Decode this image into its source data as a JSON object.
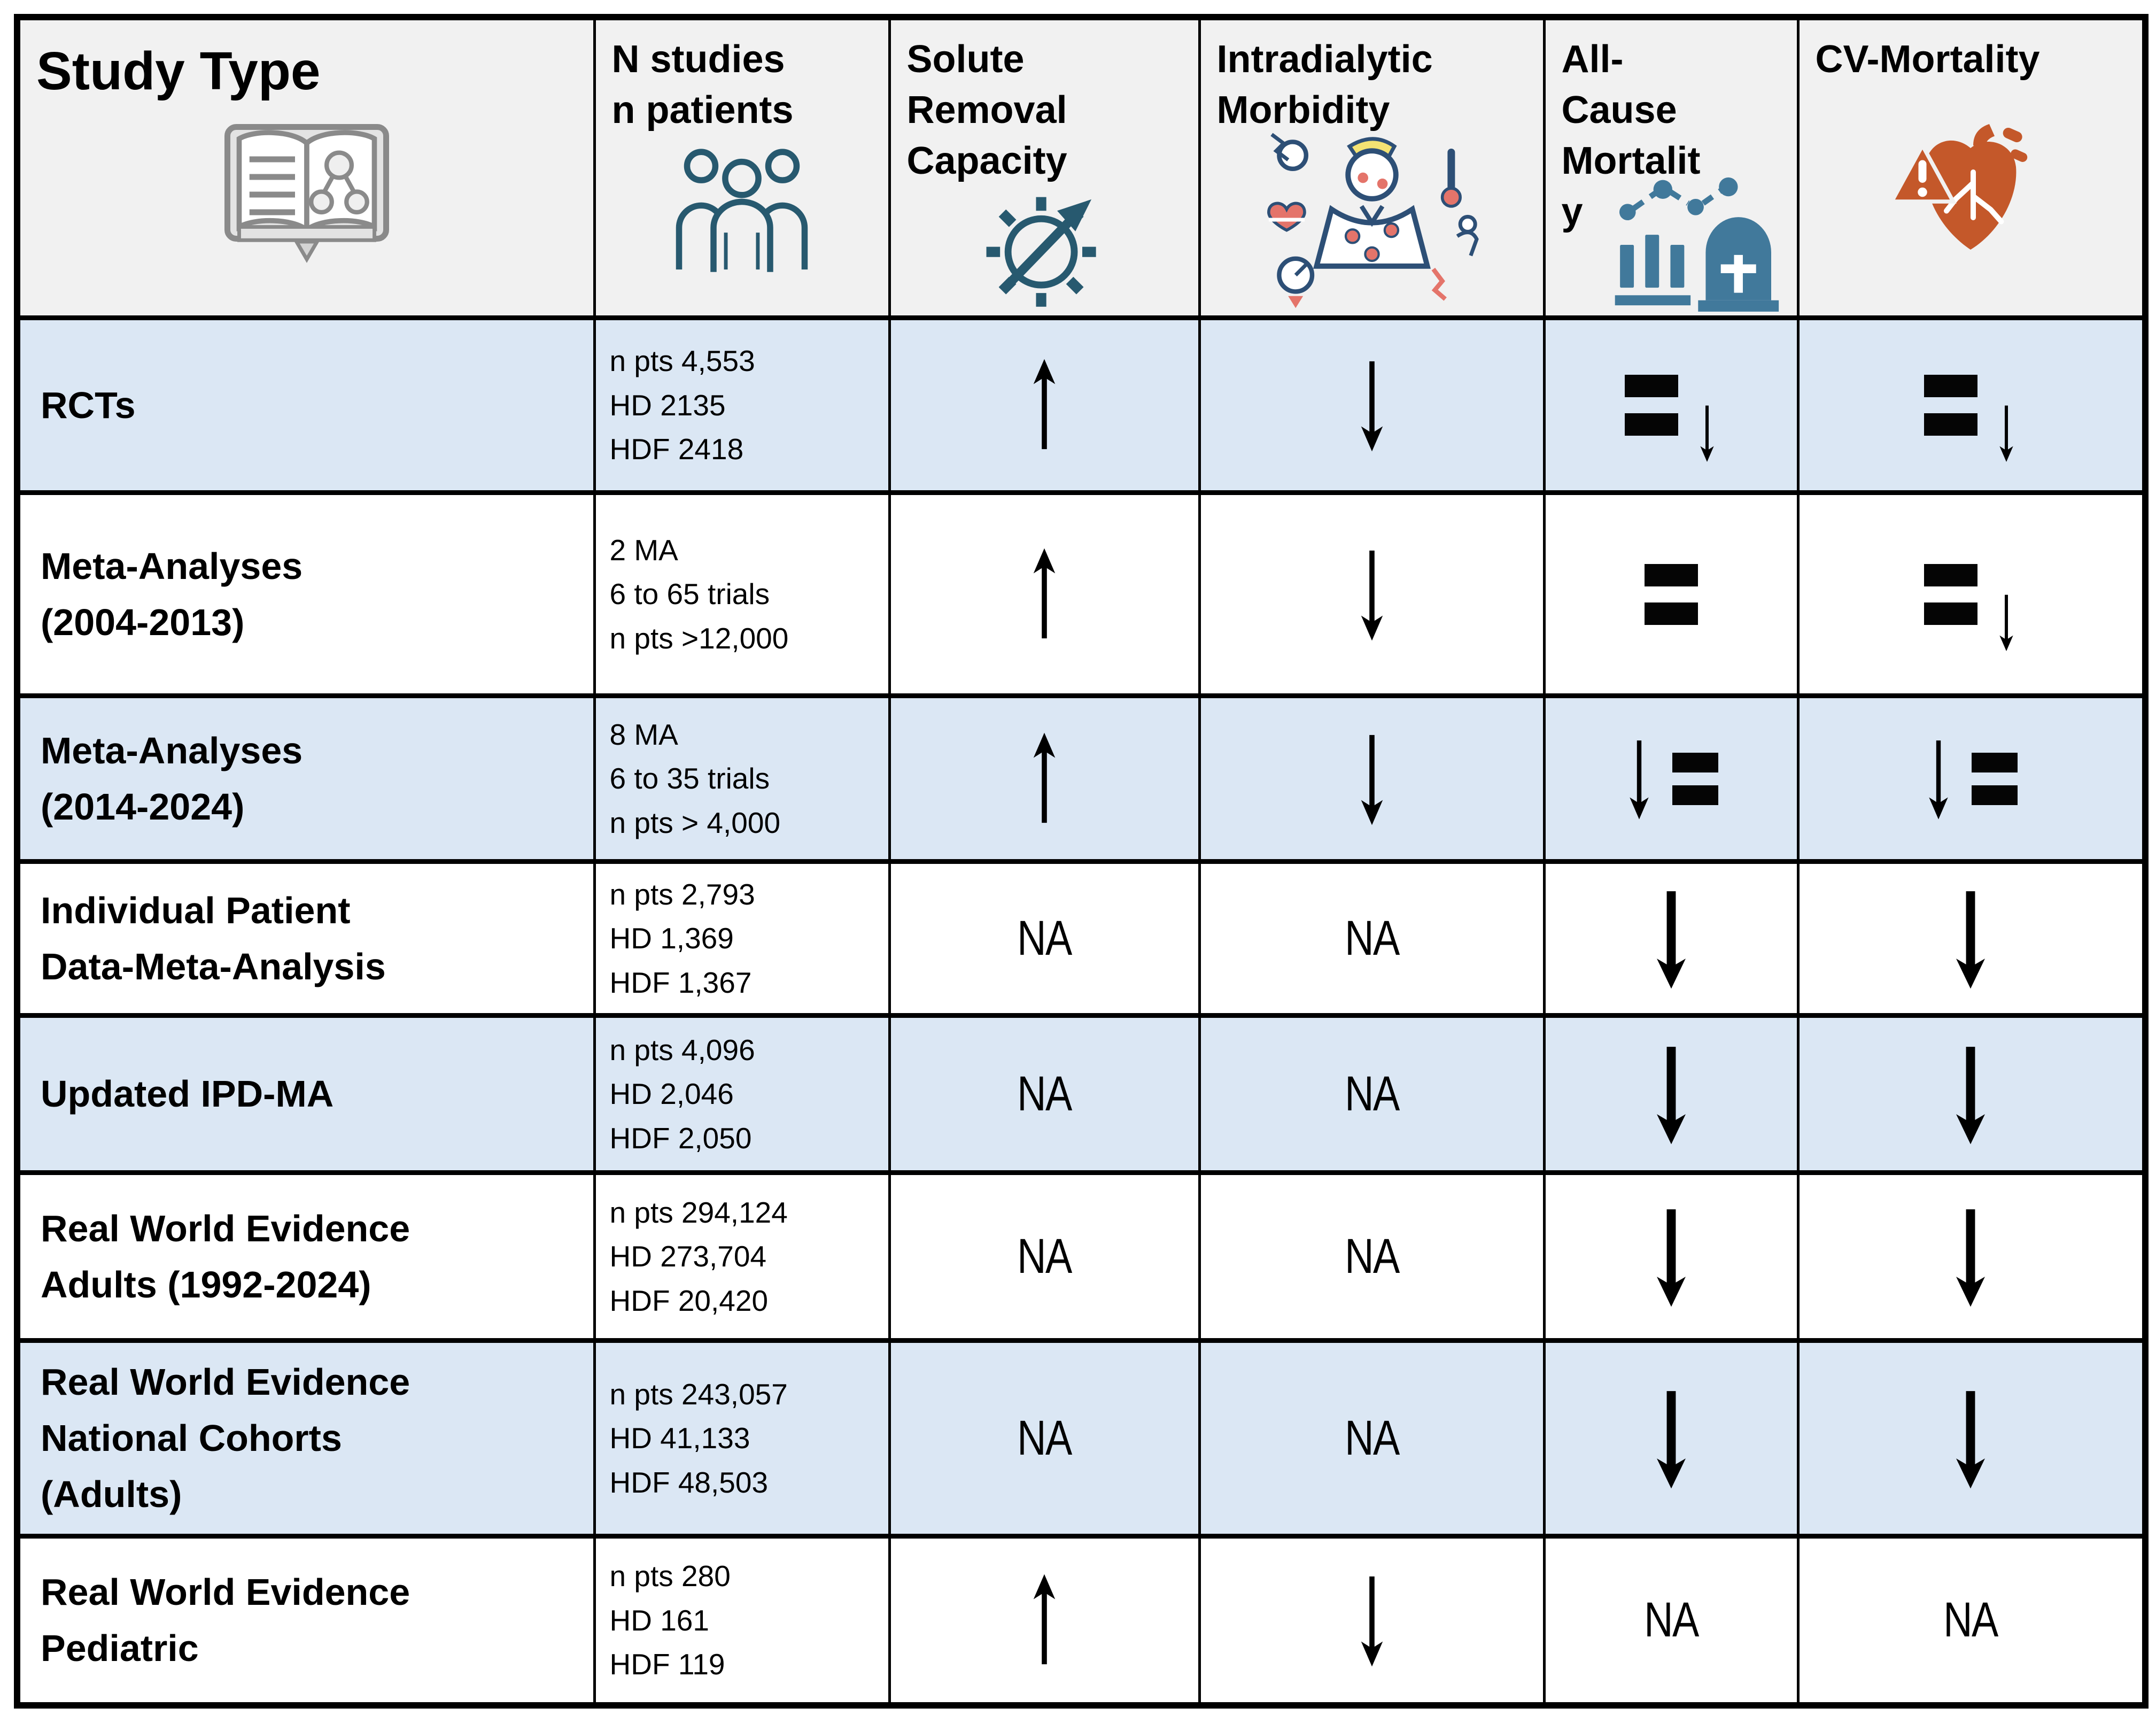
{
  "table": {
    "header": {
      "study_type": "Study Type",
      "n_studies": "N studies\nn patients",
      "solute_removal": "Solute\nRemoval\nCapacity",
      "intradialytic": "Intradialytic\nMorbidity",
      "all_cause": "All-\nCause\nMortalit\ny",
      "cv_mortality": "CV-Mortality"
    },
    "icons": {
      "study_type": "open-book-icon",
      "n_studies": "people-group-icon",
      "solute_removal": "gear-trend-arrow-icon",
      "intradialytic": "patient-symptoms-icon",
      "all_cause": "chart-tombstone-icon",
      "cv_mortality": "heart-warning-icon"
    },
    "colors": {
      "row_blue": "#dbe7f4",
      "header_gray": "#f1f1f1",
      "icon_teal_dark": "#27596f",
      "icon_teal_mid": "#41799b",
      "icon_orange": "#c4582a",
      "accent_salmon": "#e4746a",
      "accent_yellow": "#f3e273",
      "accent_navy": "#2d4f76"
    },
    "legend_symbols": {
      "up": "increase",
      "down": "decrease",
      "down-bold": "decrease",
      "equal": "no difference",
      "equal-down": "no difference / decrease",
      "down-equal": "decrease / no difference",
      "NA": "not available"
    },
    "rows": [
      {
        "study_type": "RCTs",
        "details": "n pts 4,553\nHD 2135\nHDF 2418",
        "solute_removal": "up",
        "intradialytic": "down",
        "all_cause": "equal-down",
        "cv_mortality": "equal-down"
      },
      {
        "study_type": "Meta-Analyses\n (2004-2013)",
        "details": "2 MA\n6 to 65 trials\nn pts >12,000",
        "solute_removal": "up",
        "intradialytic": "down",
        "all_cause": "equal",
        "cv_mortality": "equal-down"
      },
      {
        "study_type": "Meta-Analyses\n (2014-2024)",
        "details": "8 MA\n6 to 35 trials\nn pts > 4,000",
        "solute_removal": "up",
        "intradialytic": "down",
        "all_cause": "down-equal",
        "cv_mortality": "down-equal"
      },
      {
        "study_type": "Individual Patient\nData-Meta-Analysis",
        "details": "n pts 2,793\nHD 1,369\nHDF 1,367",
        "solute_removal": "NA",
        "intradialytic": "NA",
        "all_cause": "down-bold",
        "cv_mortality": "down-bold"
      },
      {
        "study_type": "Updated IPD-MA",
        "details": "n pts 4,096\nHD 2,046\nHDF 2,050",
        "solute_removal": "NA",
        "intradialytic": "NA",
        "all_cause": "down-bold",
        "cv_mortality": "down-bold"
      },
      {
        "study_type": "Real World Evidence\nAdults (1992-2024)",
        "details": "n pts 294,124\nHD 273,704\nHDF 20,420",
        "solute_removal": "NA",
        "intradialytic": "NA",
        "all_cause": "down-bold",
        "cv_mortality": "down-bold"
      },
      {
        "study_type": "Real World Evidence\nNational Cohorts\n(Adults)",
        "details": "n pts 243,057\nHD 41,133\nHDF 48,503",
        "solute_removal": "NA",
        "intradialytic": "NA",
        "all_cause": "down-bold",
        "cv_mortality": "down-bold"
      },
      {
        "study_type": "Real World Evidence\nPediatric",
        "details": "n pts 280\nHD 161\nHDF 119",
        "solute_removal": "up",
        "intradialytic": "down",
        "all_cause": "NA",
        "cv_mortality": "NA"
      }
    ]
  }
}
